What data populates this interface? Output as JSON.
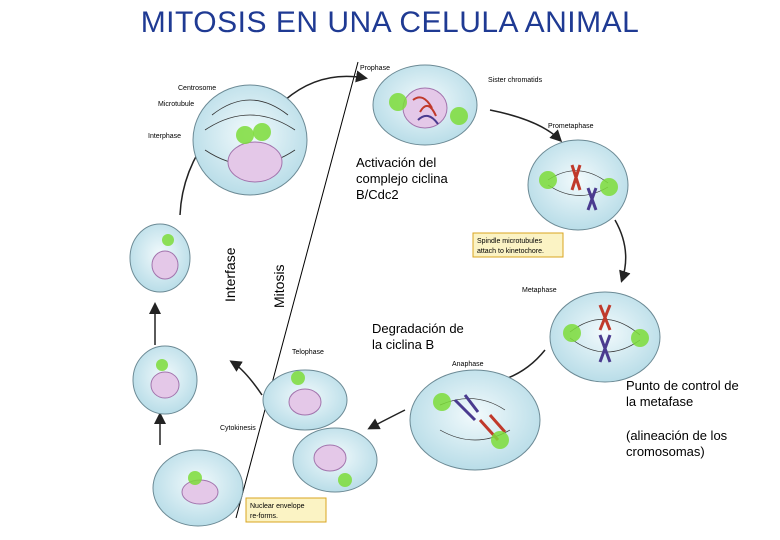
{
  "title": "MITOSIS EN UNA CELULA ANIMAL",
  "labels": {
    "prophase": "Prophase",
    "sister_chromatids": "Sister chromatids",
    "centrosome": "Centrosome",
    "microtubule": "Microtubule",
    "interphase": "Interphase",
    "prometaphase": "Prometaphase",
    "spindle_note_1": "Spindle microtubules",
    "spindle_note_2": "attach to kinetochore.",
    "metaphase": "Metaphase",
    "telophase": "Telophase",
    "anaphase": "Anaphase",
    "cytokinesis": "Cytokinesis",
    "envelope_note_1": "Nuclear envelope",
    "envelope_note_2": "re-forms."
  },
  "annotations": {
    "activation": [
      "Activación del",
      "complejo ciclina",
      "B/Cdc2"
    ],
    "degradation": [
      "Degradación de",
      "la ciclina B"
    ],
    "checkpoint": [
      "Punto de control de",
      "la metafase"
    ],
    "alignment": [
      "(alineación de los",
      "cromosomas)"
    ]
  },
  "rotated": {
    "interfase": "Interfase",
    "mitosis": "Mitosis"
  },
  "colors": {
    "title": "#1f3a93",
    "cytoplasm": "#d9eef4",
    "nucleus": "#e4c8e8",
    "centrosome": "#7ddc3a",
    "chromosome_red": "#c0392b",
    "chromosome_blue": "#4a3b8f",
    "note_box": "#fbf3c4",
    "note_border": "#d9a520"
  }
}
